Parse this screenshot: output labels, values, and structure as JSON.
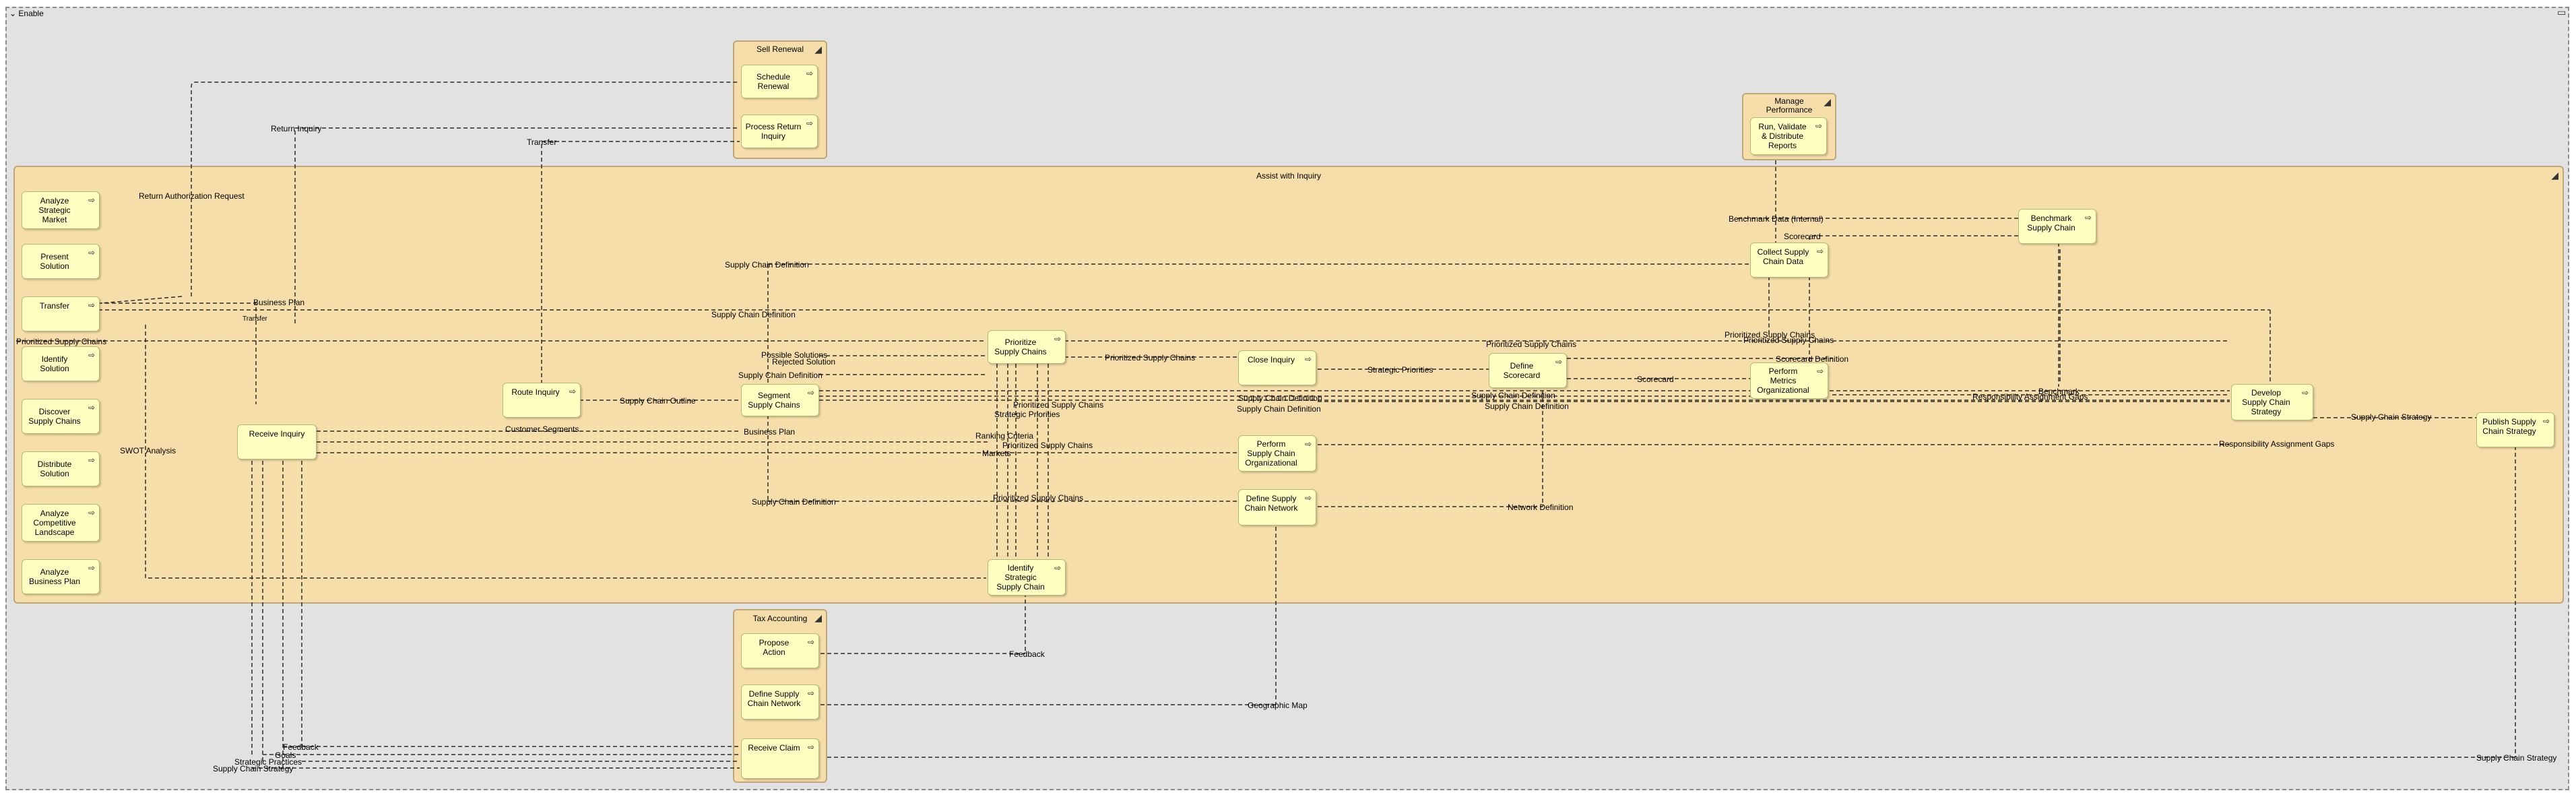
{
  "diagram": {
    "enable_title": "Enable",
    "groups": {
      "sell_renewal": "Sell Renewal",
      "manage_performance": "Manage\nPerformance",
      "assist_with_inquiry": "Assist with Inquiry",
      "tax_accounting": "Tax Accounting"
    },
    "boxes": {
      "schedule_renewal": "Schedule\nRenewal",
      "process_return_inquiry": "Process Return\nInquiry",
      "run_validate_reports": "Run, Validate\n& Distribute\nReports",
      "analyze_strategic_market": "Analyze\nStrategic\nMarket",
      "present_solution": "Present\nSolution",
      "transfer": "Transfer",
      "identify_solution": "Identify\nSolution",
      "discover_supply_chains": "Discover\nSupply Chains",
      "distribute_solution": "Distribute\nSolution",
      "analyze_competitive_landscape": "Analyze\nCompetitive\nLandscape",
      "analyze_business_plan": "Analyze\nBusiness Plan",
      "receive_inquiry": "Receive Inquiry",
      "route_inquiry": "Route Inquiry",
      "segment_supply_chains": "Segment\nSupply Chains",
      "prioritize_supply_chains": "Prioritize\nSupply Chains",
      "close_inquiry": "Close Inquiry",
      "perform_supply_chain_organizational": "Perform\nSupply Chain\nOrganizational",
      "define_supply_chain_network": "Define Supply\nChain Network",
      "identify_strategic_supply_chain": "Identify\nStrategic\nSupply Chain",
      "define_scorecard": "Define\nScorecard",
      "collect_supply_chain_data": "Collect Supply\nChain Data",
      "perform_metrics_organizational": "Perform\nMetrics\nOrganizational",
      "benchmark_supply_chain": "Benchmark\nSupply Chain",
      "develop_supply_chain_strategy": "Develop\nSupply Chain\nStrategy",
      "publish_supply_chain_strategy": "Publish Supply\nChain Strategy",
      "propose_action": "Propose\nAction",
      "define_supply_chain_network_tax": "Define Supply\nChain Network",
      "receive_claim": "Receive Claim"
    },
    "flows": {
      "return_inquiry": "Return Inquiry",
      "transfer_top": "Transfer",
      "return_authorization_request": "Return Authorization Request",
      "business_plan": "Business Plan",
      "transfer_small": "Transfer",
      "supply_chain_definition_top": "Supply Chain Definition",
      "supply_chain_definition_left": "Supply Chain Definition",
      "prioritized_supply_chains_left": "Prioritized Supply Chains",
      "swot_analysis": "SWOT Analysis",
      "supply_chain_outline": "Supply Chain Outline",
      "customer_segments": "Customer Segments",
      "possible_solutions": "Possible Solutions",
      "rejected_solution": "Rejected Solution",
      "supply_chain_definition_seg": "Supply Chain Definition",
      "prioritized_supply_chains_mid": "Prioritized Supply Chains",
      "strategic_priorities": "Strategic Priorities",
      "prioritized_supply_chains_score": "Prioritized Supply Chains",
      "scorecard_definition": "Scorecard Definition",
      "scorecard_mid": "Scorecard",
      "benchmark_data_internal": "Benchmark Data (Internal)",
      "scorecard_top": "Scorecard",
      "prioritized_supply_chains_right1": "Prioritized Supply Chains",
      "prioritized_supply_chains_right2": "Prioritized Supply Chains",
      "supply_chain_definition_right1": "Supply Chain Definition",
      "supply_chain_definition_right2": "Supply Chain Definition",
      "supply_chain_definition_mid1": "Supply Chain Definition",
      "supply_chain_definition_mid2": "Supply Chain Definition",
      "benchmark": "Benchmark",
      "responsibility_assignment_gaps1": "Responsibility Assignment Gaps",
      "responsibility_assignment_gaps2": "Responsibility Assignment Gaps",
      "supply_chain_strategy_pub": "Supply Chain Strategy",
      "strategic_priorities_mid": "Strategic Priorities",
      "prioritized_supply_chains_mid2": "Prioritized Supply Chains",
      "ranking_criteria": "Ranking Criteria",
      "prioritized_supply_chains_perf": "Prioritized Supply Chains",
      "business_plan_mid": "Business Plan",
      "markets": "Markets",
      "supply_chain_definition_bottom": "Supply Chain Definition",
      "prioritized_supply_chains_net": "Prioritized Supply Chains",
      "network_definition": "Network Definition",
      "feedback_mid": "Feedback",
      "geographic_map": "Geographic Map",
      "feedback_bottom": "Feedback",
      "goals": "Goals",
      "strategic_practices": "Strategic Practices",
      "supply_chain_strategy_bottom_left": "Supply Chain Strategy",
      "supply_chain_strategy_bottom_right": "Supply Chain Strategy"
    }
  }
}
